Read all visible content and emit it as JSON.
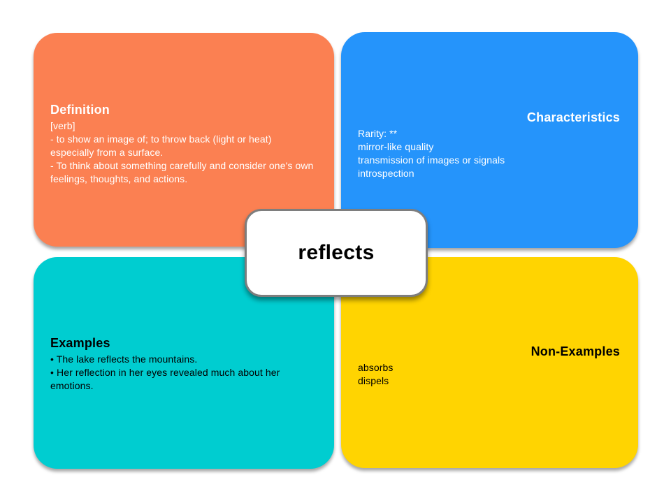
{
  "word": "reflects",
  "quadrants": {
    "definition": {
      "title": "Definition",
      "color": "#FB8052",
      "lines": [
        "[verb]",
        "- to show an image of; to throw back (light or heat) especially from a surface.",
        "- To think about something carefully and consider one's own feelings, thoughts, and actions."
      ]
    },
    "characteristics": {
      "title": "Characteristics",
      "color": "#2594FB",
      "lines": [
        "Rarity: **",
        "mirror-like quality",
        "transmission of images or signals",
        "introspection"
      ]
    },
    "examples": {
      "title": "Examples",
      "color": "#00CDD0",
      "lines": [
        "• The lake reflects the mountains.",
        "• Her reflection in her eyes revealed much about her emotions."
      ]
    },
    "non_examples": {
      "title": "Non-Examples",
      "color": "#FFD401",
      "lines": [
        "absorbs",
        "dispels"
      ]
    }
  }
}
